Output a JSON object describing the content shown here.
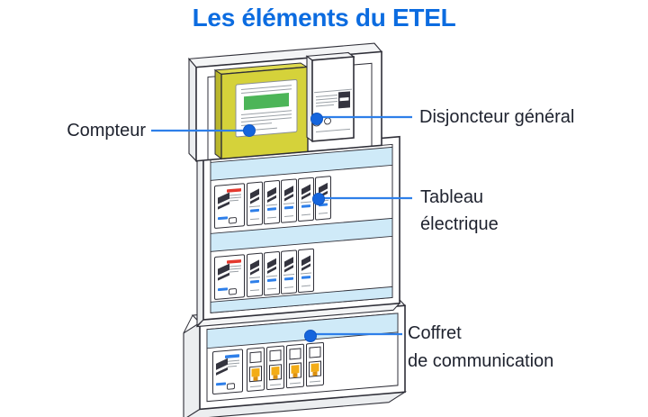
{
  "title": "Les éléments du ETEL",
  "callouts": {
    "compteur": {
      "label": "Compteur"
    },
    "disjoncteur": {
      "label": "Disjoncteur général"
    },
    "tableau": {
      "line1": "Tableau",
      "line2": "électrique"
    },
    "coffret": {
      "line1": "Coffret",
      "line2": "de communication"
    }
  },
  "colors": {
    "title_blue": "#0c6ce0",
    "label_text": "#1e222e",
    "callout_line_blue": "#2e7fe9",
    "callout_dot_blue": "#1565dd",
    "outline_dark": "#2f2f38",
    "meter_yellow": "#d5d23a",
    "meter_screen_green": "#4cb558",
    "duct_band_blue": "#cfeaf8",
    "breaker_accent_red": "#e4392e",
    "breaker_mark_blue": "#2e7fe9",
    "rj45_yellow": "#f3ac17"
  }
}
